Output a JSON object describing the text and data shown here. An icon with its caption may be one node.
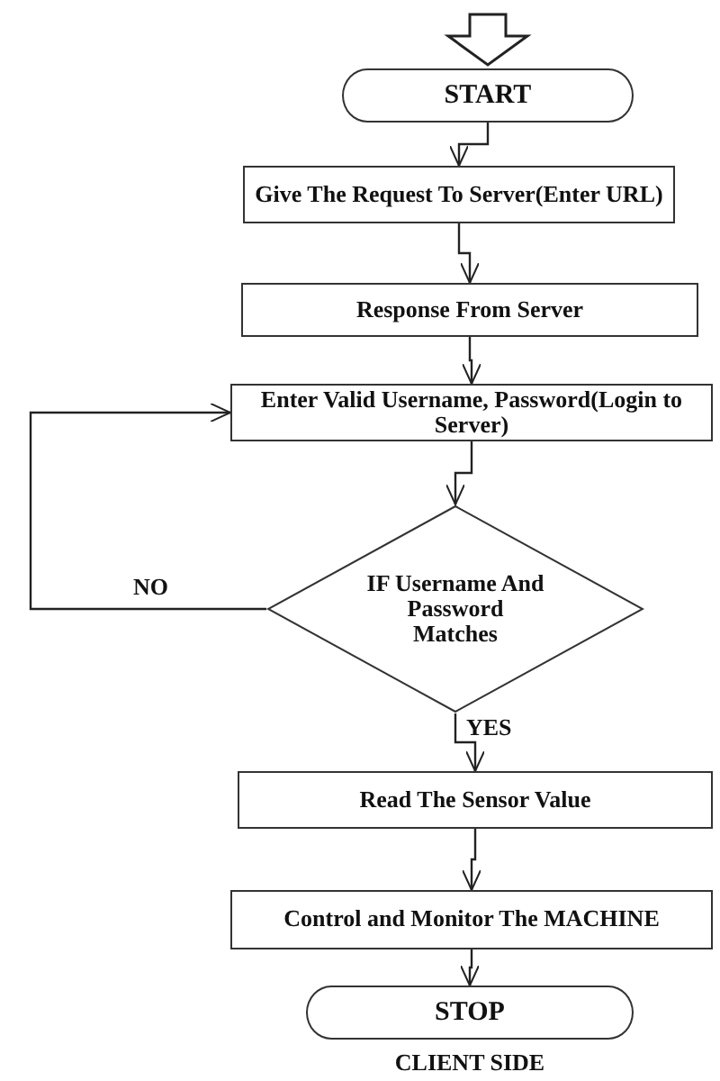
{
  "diagram": {
    "caption": "CLIENT SIDE",
    "nodes": [
      {
        "text": [
          "START"
        ]
      },
      {
        "text": [
          "Give The Request To Server(Enter URL)"
        ]
      },
      {
        "text": [
          "Response From Server"
        ]
      },
      {
        "text": [
          "Enter Valid Username, Password(Login to Server)"
        ]
      },
      {
        "text": [
          "IF Username And Password Matches"
        ]
      },
      {
        "text": [
          "Read The Sensor Value"
        ]
      },
      {
        "text": [
          "Control and Monitor The MACHINE"
        ]
      },
      {
        "text": [
          "STOP"
        ]
      }
    ],
    "edges": [
      {
        "from": null,
        "to": 0,
        "arrow": "to",
        "style": "thick"
      },
      {
        "from": 0,
        "to": 1,
        "arrow": "to"
      },
      {
        "from": 1,
        "to": 2,
        "arrow": "to"
      },
      {
        "from": 2,
        "to": 3,
        "arrow": "to"
      },
      {
        "from": 3,
        "to": 4,
        "arrow": "to"
      },
      {
        "from": 4,
        "to": 3,
        "arrow": "to",
        "label": "NO"
      },
      {
        "from": 4,
        "to": 5,
        "arrow": "to",
        "label": "YES"
      },
      {
        "from": 5,
        "to": 6,
        "arrow": "to"
      },
      {
        "from": 6,
        "to": 7,
        "arrow": "to"
      }
    ]
  }
}
